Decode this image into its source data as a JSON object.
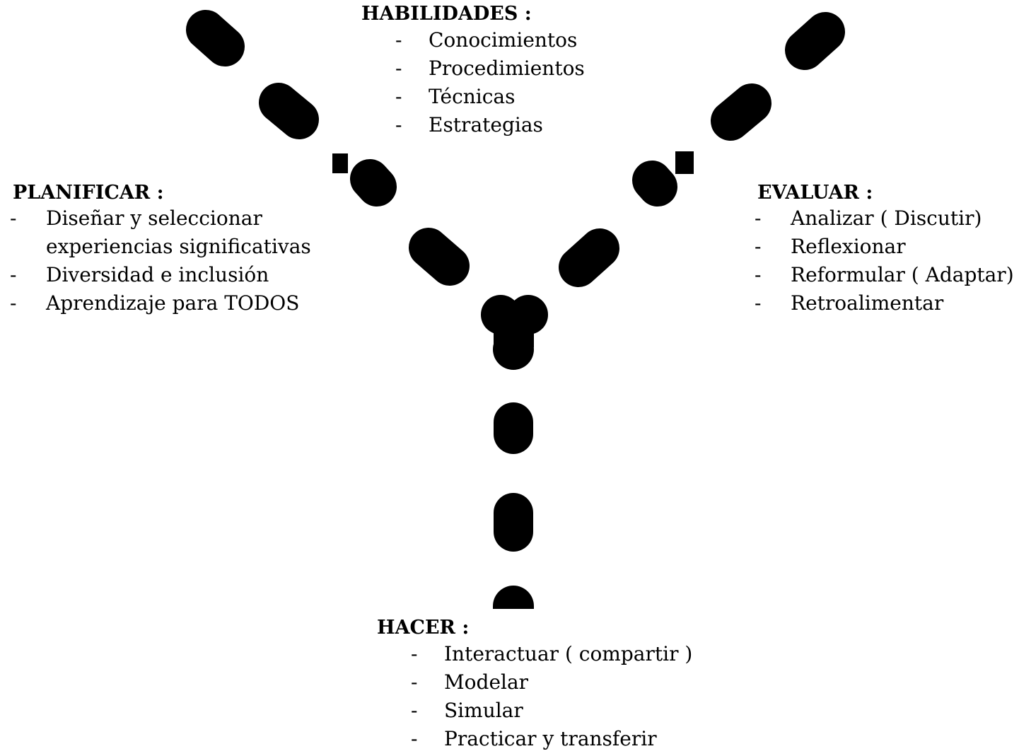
{
  "diagram": {
    "stroke_color": "#000000",
    "background_color": "#ffffff",
    "shape": "dashed Y"
  },
  "habilidades": {
    "heading": "HABILIDADES :",
    "bullet": "-",
    "items": [
      "Conocimientos",
      "Procedimientos",
      "Técnicas",
      "Estrategias"
    ]
  },
  "planificar": {
    "heading": "PLANIFICAR :",
    "bullet": "-",
    "items": [
      "Diseñar y seleccionar experiencias significativas",
      "Diversidad e inclusión",
      "Aprendizaje para TODOS"
    ]
  },
  "evaluar": {
    "heading": "EVALUAR :",
    "bullet": "-",
    "items": [
      "Analizar ( Discutir)",
      "Reflexionar",
      "Reformular ( Adaptar)",
      "Retroalimentar"
    ]
  },
  "hacer": {
    "heading": "HACER :",
    "bullet": "-",
    "items": [
      "Interactuar ( compartir )",
      "Modelar",
      "Simular",
      "Practicar y transferir"
    ]
  }
}
